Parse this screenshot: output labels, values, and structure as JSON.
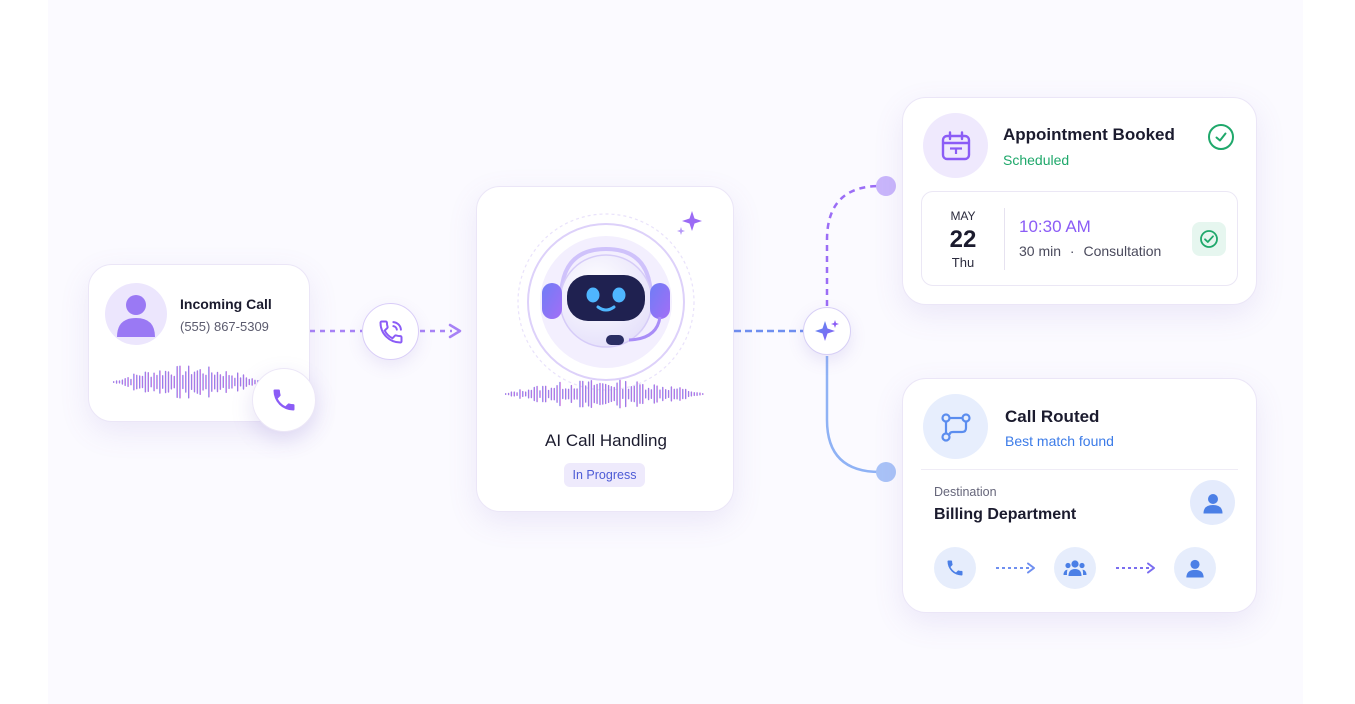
{
  "incoming": {
    "title": "Incoming Call",
    "number": "(555) 867-5309"
  },
  "ai": {
    "title": "AI Call Handling",
    "status": "In Progress"
  },
  "appointment": {
    "title": "Appointment Booked",
    "status": "Scheduled",
    "month": "MAY",
    "day": "22",
    "weekday": "Thu",
    "time": "10:30 AM",
    "duration": "30 min",
    "separator": "·",
    "type": "Consultation"
  },
  "routed": {
    "title": "Call Routed",
    "status": "Best match found",
    "destination_label": "Destination",
    "destination": "Billing Department"
  },
  "colors": {
    "purple": "#8b5cf6",
    "blue": "#5b8def",
    "green": "#1fa86b",
    "pink": "#e26adf"
  },
  "icons": [
    "user-icon",
    "phone-ring-icon",
    "phone-icon",
    "robot-icon",
    "sparkle-icon",
    "calendar-icon",
    "check-icon",
    "route-icon",
    "team-icon",
    "arrow-icon"
  ]
}
